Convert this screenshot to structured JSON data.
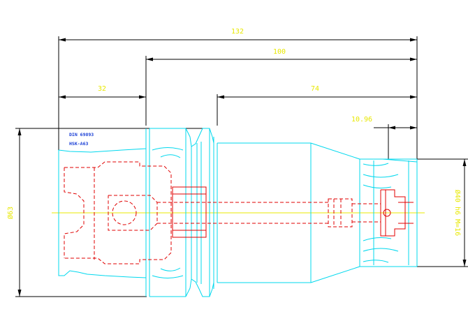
{
  "dimensions": {
    "overall_length": "132",
    "shank_to_nose": "100",
    "flange_length": "32",
    "body_length": "74",
    "nose_length": "10.96",
    "outer_diameter": "Ø63",
    "nose_diameter": "Ø40 h6 M=16"
  },
  "notes": {
    "standard": "DIN 69893",
    "interface": "HSK-A63"
  },
  "colors": {
    "outline": "#00d8ee",
    "hidden": "#e00000",
    "dimension": "#000000",
    "text": "#e8e800",
    "note": "#1a3fd6"
  }
}
